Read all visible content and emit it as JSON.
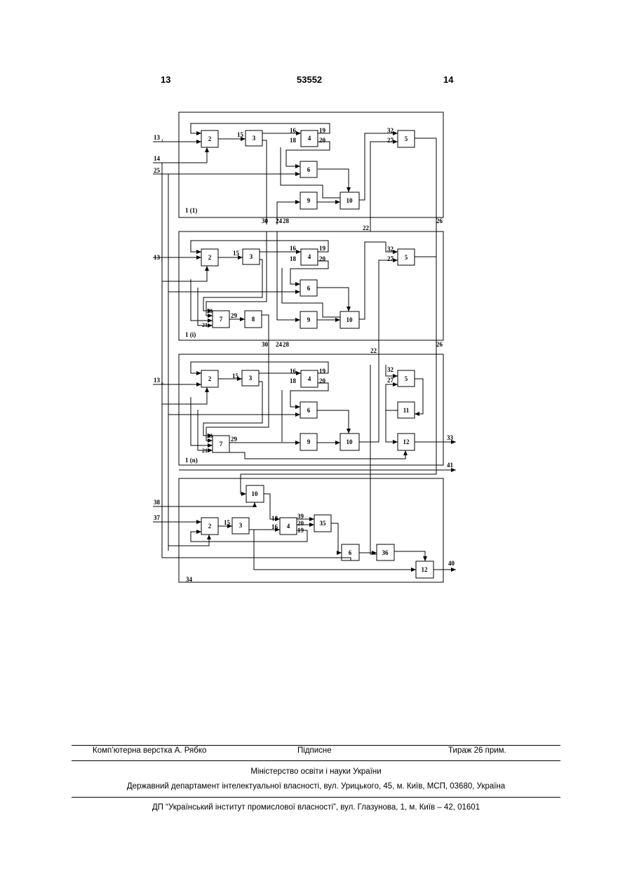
{
  "header": {
    "left_page": "13",
    "patent_number": "53552",
    "right_page": "14"
  },
  "diagram": {
    "block_labels": {
      "b2": "2",
      "b3": "3",
      "b4": "4",
      "b5": "5",
      "b6": "6",
      "b7": "7",
      "b8": "8",
      "b9": "9",
      "b10": "10",
      "b11": "11",
      "b12": "12",
      "b35": "35",
      "b36": "36"
    },
    "unit_labels": {
      "u1": "1 (1)",
      "ui": "1 (i)",
      "un": "1 (n)"
    },
    "inputs": {
      "in13_1": "13",
      "sub_1": "1",
      "in13_i": "13",
      "sub_i": "i",
      "in13_n": "13",
      "sub_n": "n",
      "in14": "14",
      "in25": "25",
      "in38": "38",
      "in37": "37"
    },
    "signal_labels": {
      "s15": "15",
      "s16": "16",
      "s18": "18",
      "s19": "19",
      "s20": "20",
      "s21": "21",
      "s22": "22",
      "s23": "23",
      "s24": "24",
      "s26": "26",
      "s27": "27",
      "s28": "28",
      "s29": "29",
      "s30": "30",
      "s32": "32",
      "s33": "33",
      "s34": "34",
      "s39": "39",
      "s40": "40",
      "s41": "41"
    }
  },
  "footer": {
    "layout_credit": "Комп’ютерна верстка А. Рябко",
    "signed": "Підписне",
    "circulation": "Тираж 26 прим.",
    "ministry": "Міністерство освіти і науки України",
    "department": "Державний департамент інтелектуальної власності, вул. Урицького, 45, м. Київ, МСП, 03680, Україна",
    "institute": "ДП “Український інститут промислової власності”, вул. Глазунова, 1, м. Київ – 42, 01601"
  }
}
